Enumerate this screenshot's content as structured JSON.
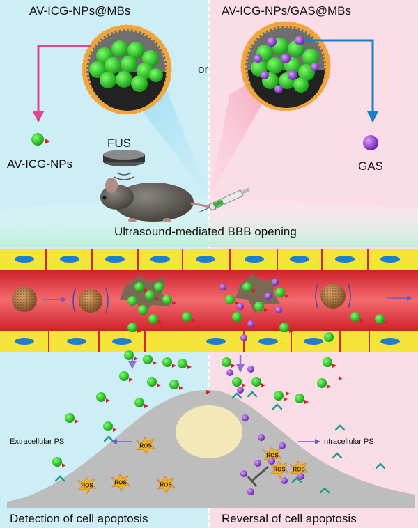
{
  "labels": {
    "left_title": "AV-ICG-NPs@MBs",
    "right_title": "AV-ICG-NPs/GAS@MBs",
    "or": "or",
    "nps": "AV-ICG-NPs",
    "gas": "GAS",
    "fus": "FUS",
    "bbb": "Ultrasound-mediated BBB opening",
    "extracellular": "Extracellular PS",
    "intracellular": "Intracellular PS",
    "left_bottom": "Detection of cell apoptosis",
    "right_bottom": "Reversal of cell apoptosis",
    "ros": "ROS"
  },
  "colors": {
    "left_panel": "#cdeef7",
    "right_panel": "#fbdde8",
    "nanoparticle": "#2fbf2f",
    "gas_particle": "#8e2fd0",
    "left_arrow": "#e0468f",
    "right_arrow": "#1b7fc4",
    "vessel": "#e8333a",
    "endothelial": "#f5e43a",
    "nucleus_cell": "#1c7fd0",
    "cell": "#bdbdbd",
    "ros_burst": "#f2b51b"
  },
  "icons": [
    "microbubble-icon",
    "mouse-icon",
    "syringe-icon",
    "transducer-icon",
    "ps-receptor-icon",
    "inhibition-icon"
  ]
}
